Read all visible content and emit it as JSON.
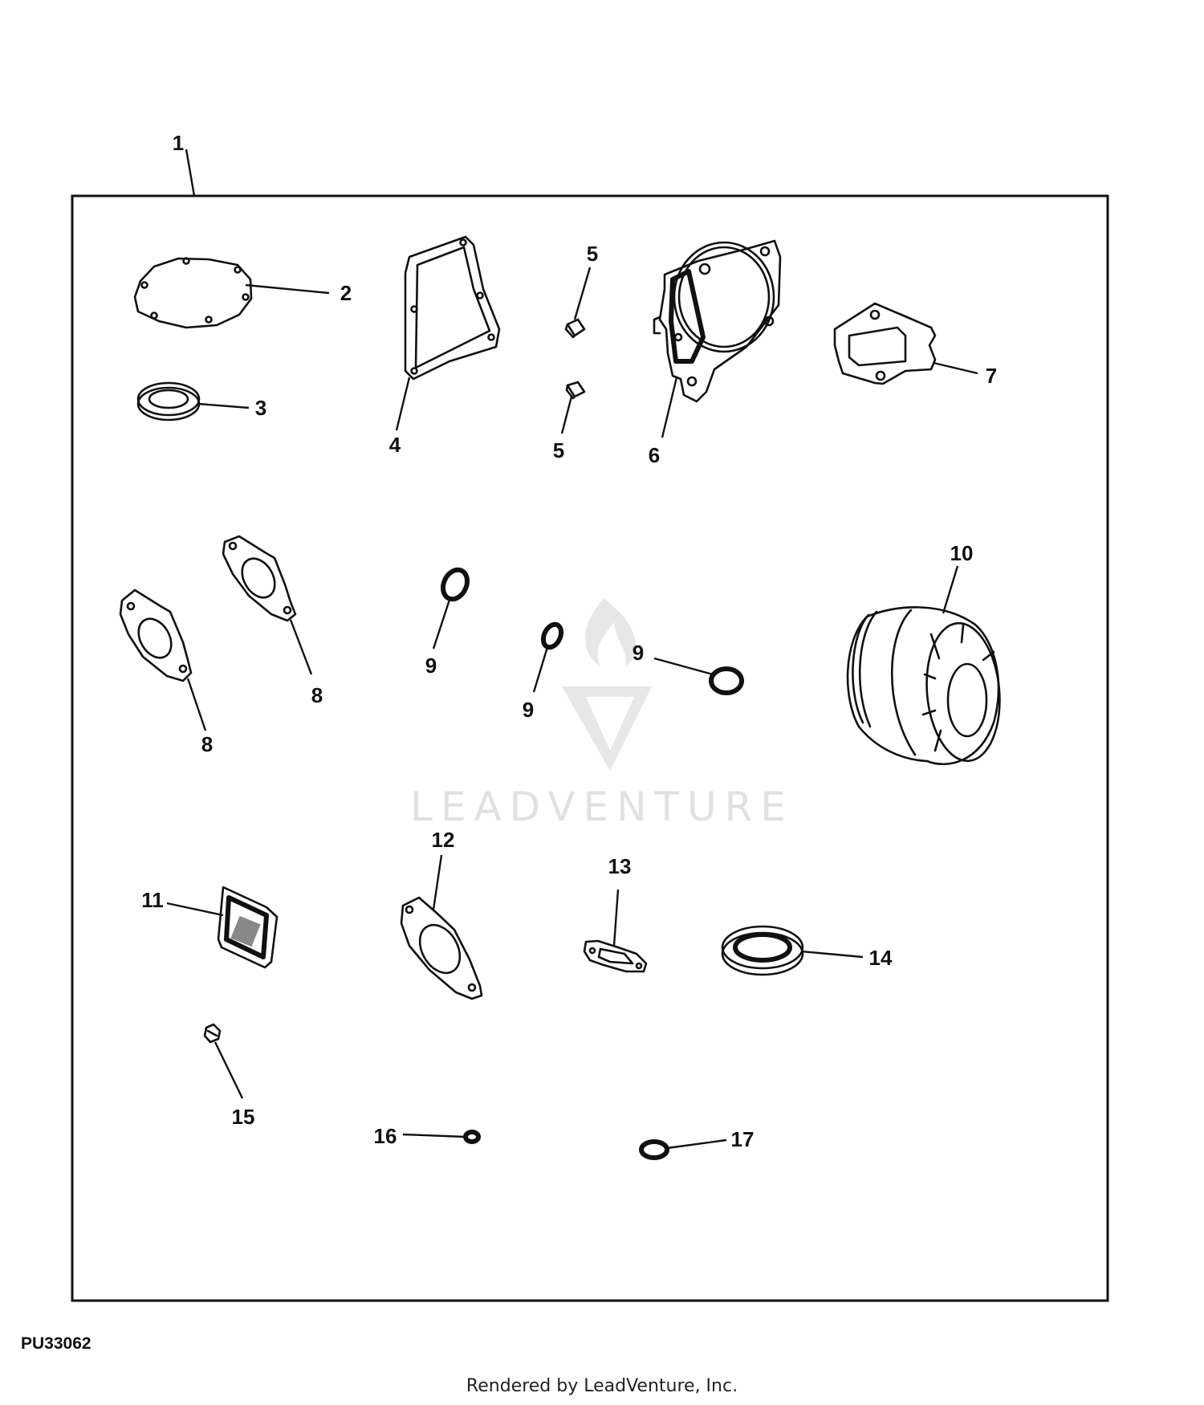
{
  "diagram": {
    "code": "PU33062",
    "credit": "Rendered by LeadVenture, Inc.",
    "watermark": "LEADVENTURE",
    "colors": {
      "line": "#111111",
      "background": "#ffffff",
      "watermark": "#c9c9c9"
    }
  },
  "callouts": {
    "c1": "1",
    "c2": "2",
    "c3": "3",
    "c4": "4",
    "c5a": "5",
    "c5b": "5",
    "c6": "6",
    "c7": "7",
    "c8a": "8",
    "c8b": "8",
    "c9a": "9",
    "c9b": "9",
    "c9c": "9",
    "c10": "10",
    "c11": "11",
    "c12": "12",
    "c13": "13",
    "c14": "14",
    "c15": "15",
    "c16": "16",
    "c17": "17"
  }
}
